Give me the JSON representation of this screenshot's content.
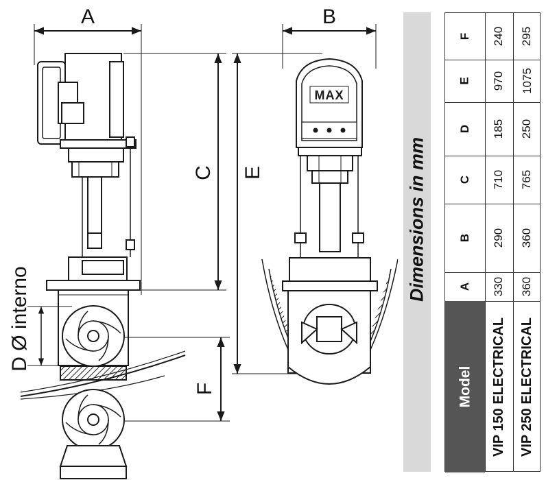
{
  "drawing": {
    "dim_a": "A",
    "dim_b": "B",
    "dim_c": "C",
    "dim_e": "E",
    "dim_f": "F",
    "dim_d": "D Ø interno",
    "brand_logo": "MAX"
  },
  "table": {
    "caption": "Dimensions in mm",
    "headers": [
      "Model",
      "A",
      "B",
      "C",
      "D",
      "E",
      "F"
    ],
    "rows": [
      {
        "model": "VIP 150 ELECTRICAL",
        "A": "330",
        "B": "290",
        "C": "710",
        "D": "185",
        "E": "970",
        "F": "240"
      },
      {
        "model": "VIP 250 ELECTRICAL",
        "A": "360",
        "B": "360",
        "C": "765",
        "D": "250",
        "E": "1075",
        "F": "295"
      }
    ]
  },
  "colors": {
    "line": "#1a1a1a",
    "band": "#d9d9d9",
    "model_header": "#555555"
  }
}
